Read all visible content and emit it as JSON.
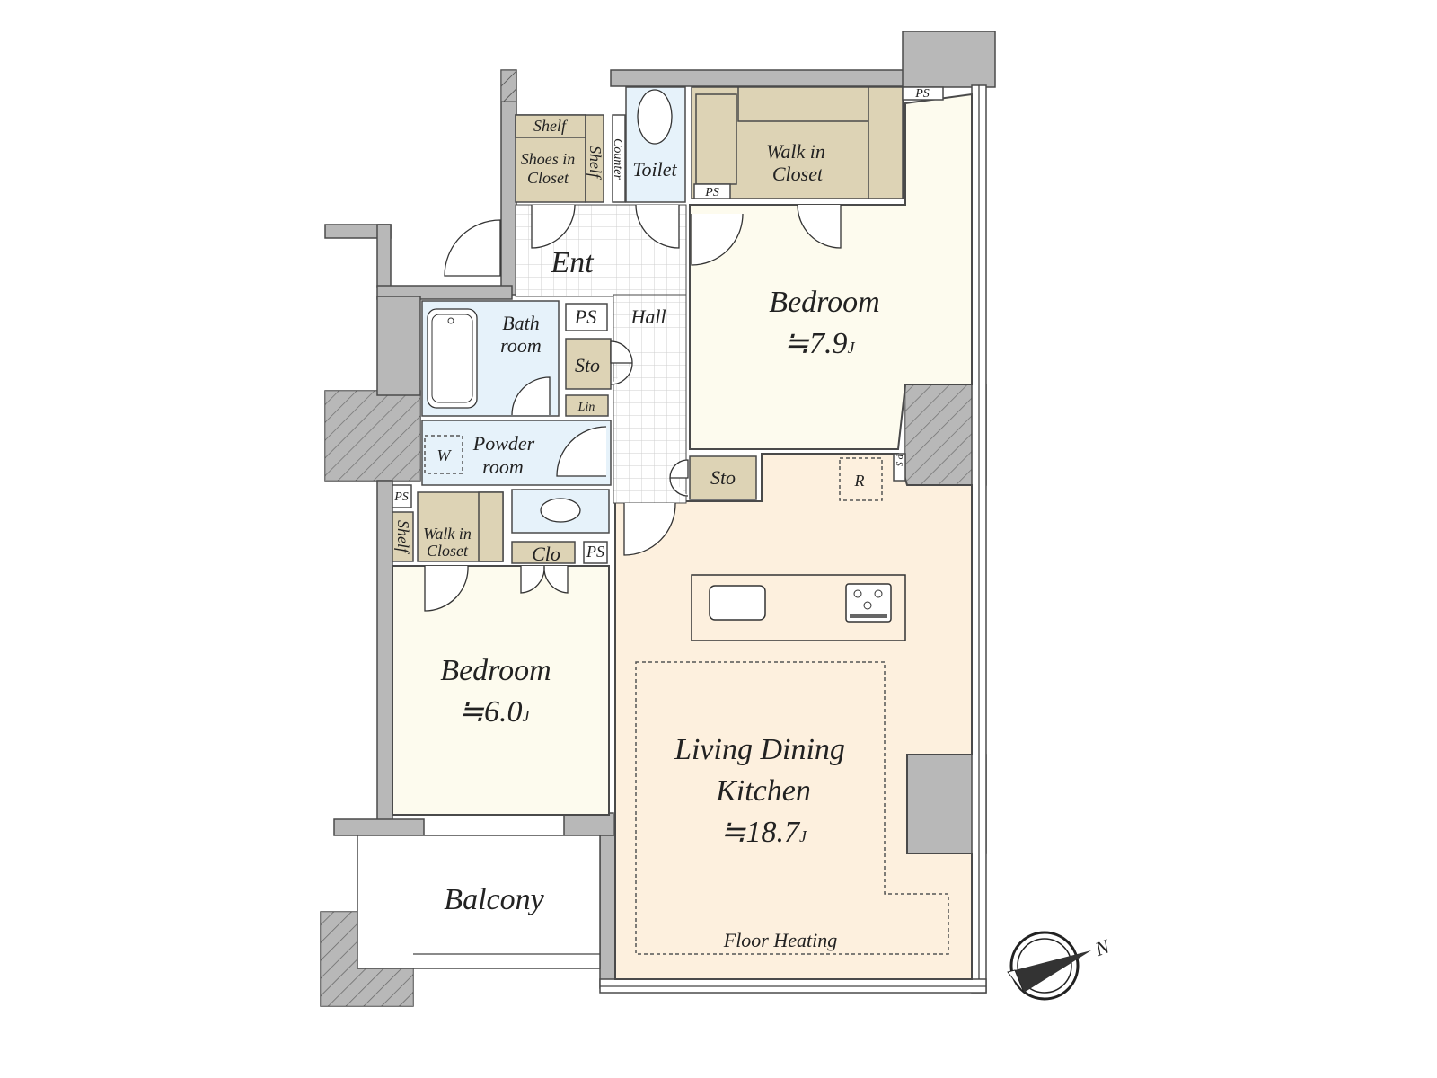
{
  "rooms": {
    "bedroom_main": {
      "label": "Bedroom",
      "area": "≒7.9",
      "unit": "J"
    },
    "bedroom_second": {
      "label": "Bedroom",
      "area": "≒6.0",
      "unit": "J"
    },
    "ldk": {
      "label_line1": "Living Dining",
      "label_line2": "Kitchen",
      "area": "≒18.7",
      "unit": "J"
    },
    "floor_heating": "Floor Heating",
    "balcony": "Balcony",
    "entrance": "Ent",
    "hall": "Hall",
    "toilet": "Toilet",
    "counter": "Counter",
    "shoes_closet_line1": "Shoes in",
    "shoes_closet_line2": "Closet",
    "shelf": "Shelf",
    "walk_in_closet_line1": "Walk in",
    "walk_in_closet_line2": "Closet",
    "bath_line1": "Bath",
    "bath_line2": "room",
    "powder_line1": "Powder",
    "powder_line2": "room",
    "washer": "W",
    "storage": "Sto",
    "linen": "Lin",
    "closet": "Clo",
    "pipe_space": "PS",
    "pipe_space_vertical": "P S",
    "refrigerator": "R"
  },
  "compass": {
    "label": "N"
  },
  "colors": {
    "wall": "#b8b8b8",
    "bedroom": "#fdfbee",
    "ldk": "#fdf0de",
    "closet": "#ddd3b5",
    "wet_area": "#e6f2fa"
  }
}
